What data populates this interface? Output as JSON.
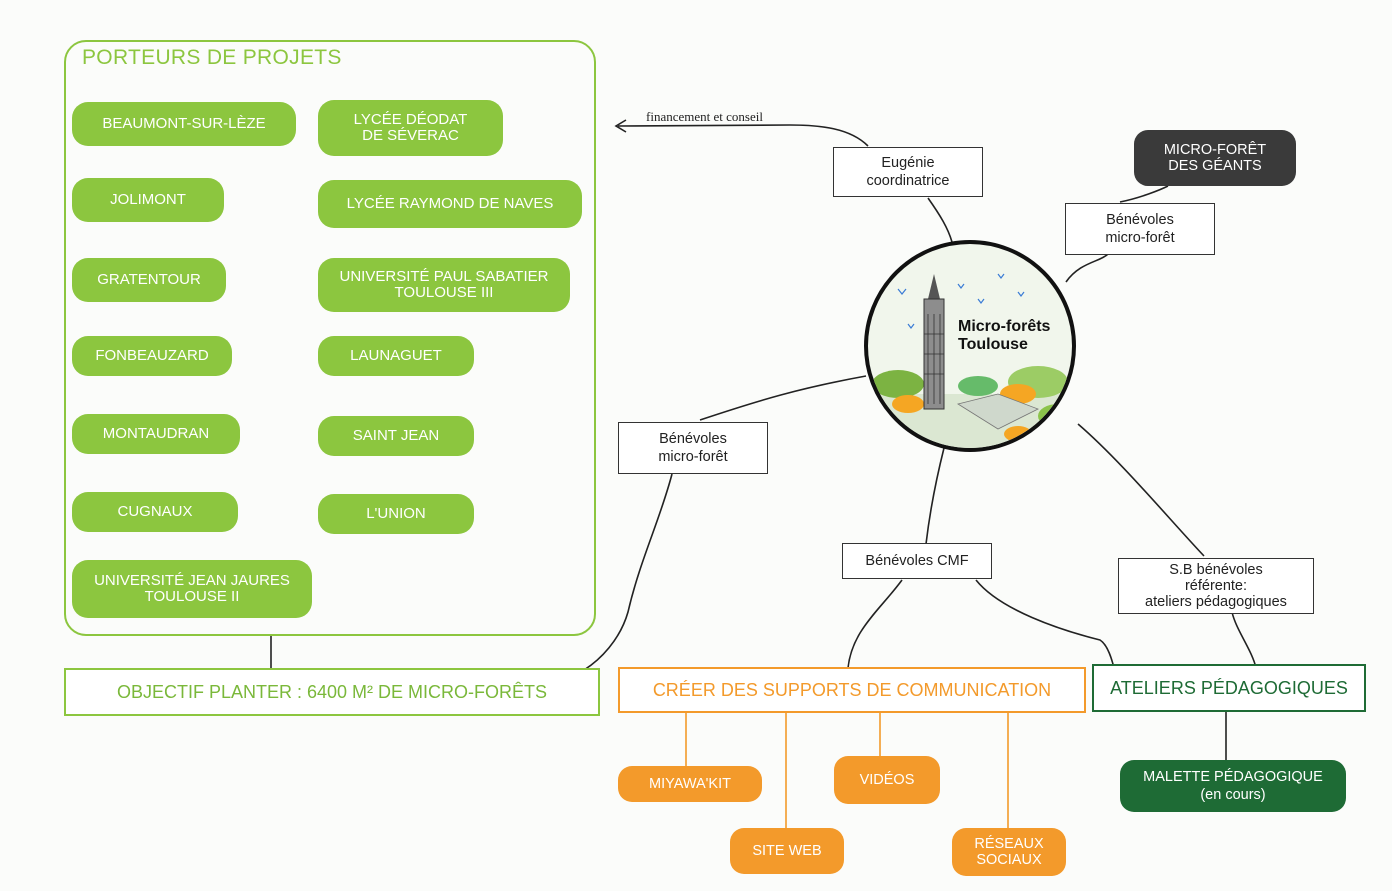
{
  "porteurs": {
    "title": "PORTEURS DE PROJETS",
    "items": [
      "BEAUMONT-SUR-LÈZE",
      "LYCÉE DÉODAT\nDE SÉVERAC",
      "JOLIMONT",
      "LYCÉE RAYMOND DE NAVES",
      "GRATENTOUR",
      "UNIVERSITÉ PAUL SABATIER\nTOULOUSE III",
      "FONBEAUZARD",
      "LAUNAGUET",
      "MONTAUDRAN",
      "SAINT JEAN",
      "CUGNAUX",
      "L'UNION",
      "UNIVERSITÉ JEAN JAURES\nTOULOUSE II"
    ]
  },
  "objectif": "OBJECTIF PLANTER : 6400 M² DE MICRO-FORÊTS",
  "center": {
    "title": "Micro-forêts\nToulouse"
  },
  "financement": "financement et conseil",
  "eugenie": "Eugénie\ncoordinatrice",
  "benevoles_right": "Bénévoles\nmicro-forêt",
  "geants": "MICRO-FORÊT\nDES GÉANTS",
  "benevoles_left": "Bénévoles\nmicro-forêt",
  "benevoles_cmf": "Bénévoles CMF",
  "sb_referente": "S.B bénévoles\nréférente:\nateliers pédagogiques",
  "communication": {
    "title": "CRÉER DES SUPPORTS DE COMMUNICATION",
    "items": [
      "MIYAWA'KIT",
      "VIDÉOS",
      "SITE WEB",
      "RÉSEAUX\nSOCIAUX"
    ]
  },
  "ateliers": {
    "title": "ATELIERS PÉDAGOGIQUES",
    "items": [
      "MALETTE PÉDAGOGIQUE\n(en cours)"
    ]
  },
  "colors": {
    "light_green": "#8cc63f",
    "orange": "#f39a2b",
    "dark_green": "#1e6b35",
    "dark_grey": "#3a3a3a"
  }
}
